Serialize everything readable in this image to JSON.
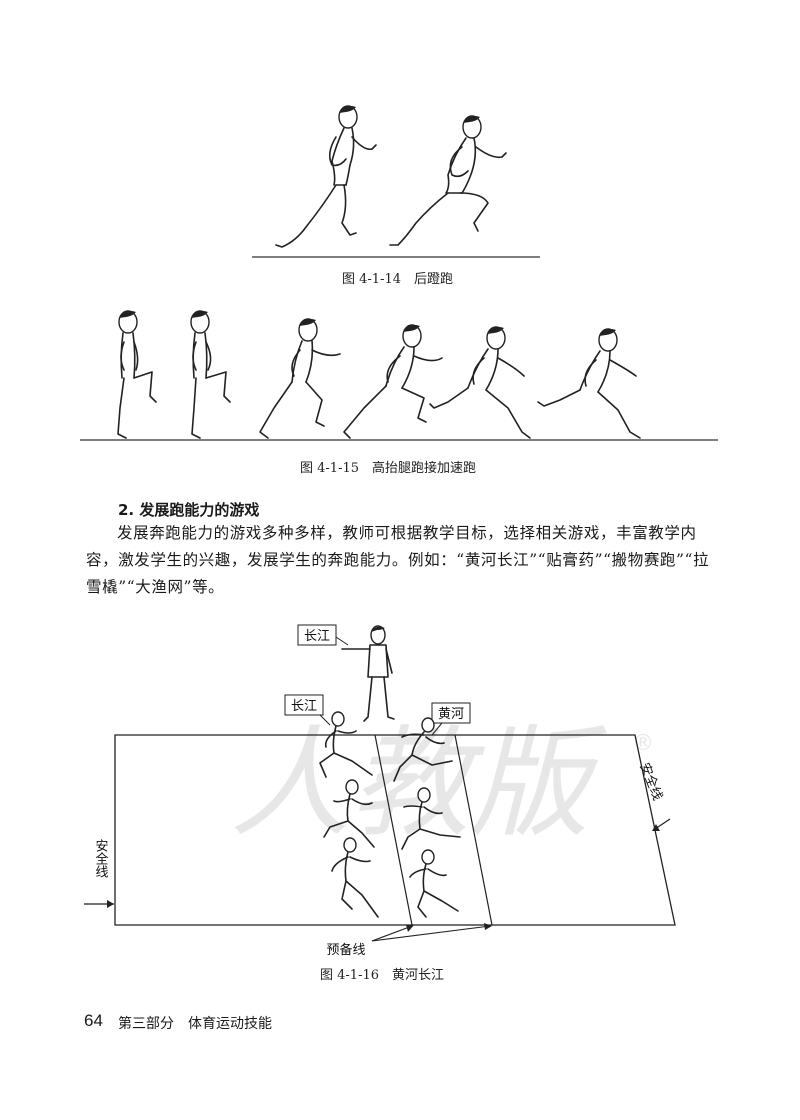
{
  "figures": {
    "fig14": {
      "caption": "图 4-1-14　后蹬跑"
    },
    "fig15": {
      "caption": "图 4-1-15　高抬腿跑接加速跑"
    },
    "fig16": {
      "caption": "图 4-1-16　黄河长江",
      "labels": {
        "coach": "长江",
        "team_left": "长江",
        "team_right": "黄河",
        "safety_left": "安全线",
        "safety_right": "安全线",
        "ready_line": "预备线"
      }
    }
  },
  "section": {
    "heading": "2. 发展跑能力的游戏",
    "paragraph": "发展奔跑能力的游戏多种多样，教师可根据教学目标，选择相关游戏，丰富教学内容，激发学生的兴趣，发展学生的奔跑能力。例如：“黄河长江”“贴膏药”“搬物赛跑”“拉雪橇”“大渔网”等。"
  },
  "footer": {
    "page_number": "64",
    "part_title": "第三部分　体育运动技能"
  },
  "watermark": {
    "text": "人教版",
    "mark": "®"
  }
}
